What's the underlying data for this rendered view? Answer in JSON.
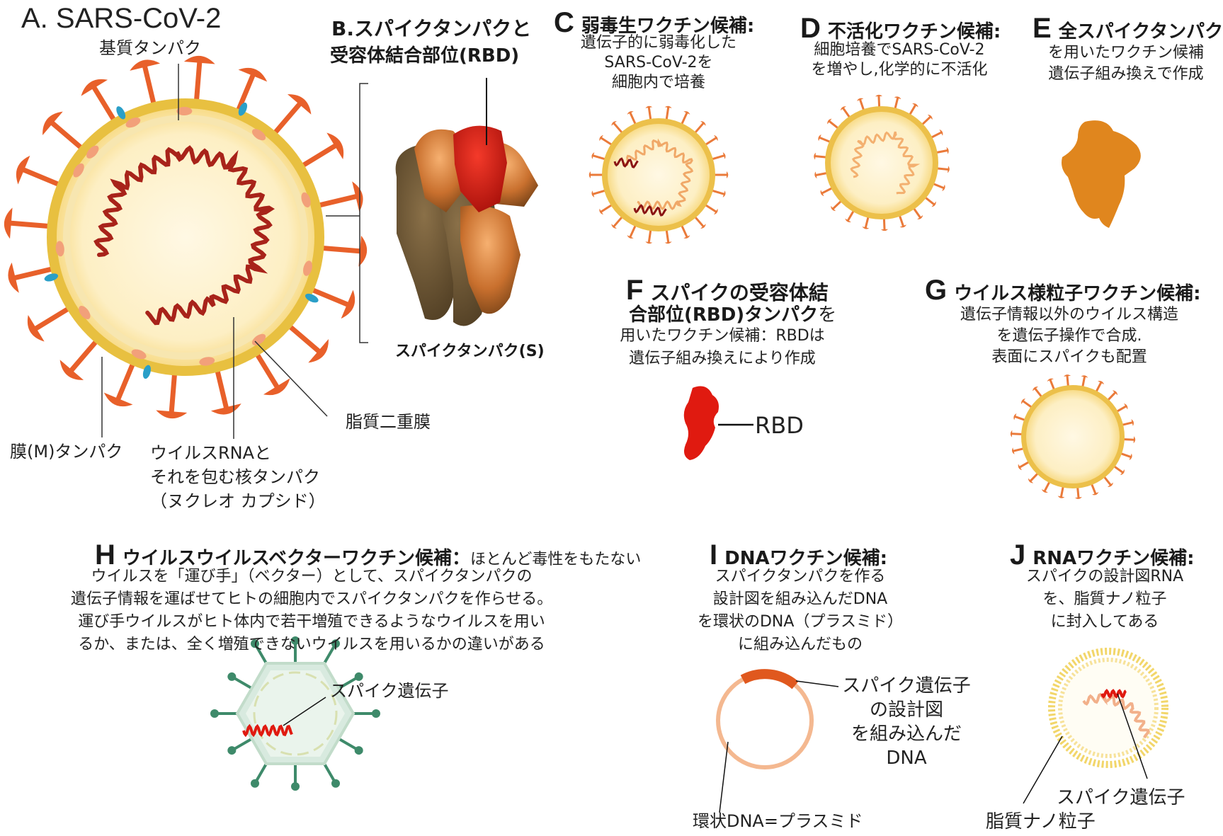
{
  "colors": {
    "envelope_gold": "#e8c040",
    "interior_cream": "#fdf0c8",
    "spike_orange": "#e8602a",
    "rna_red": "#a8231a",
    "membrane_m_teal": "#2a9fc8",
    "matrix_peach": "#f2a07a",
    "rbd_red": "#d01a10",
    "vector_green": "#3e8a6a",
    "plasmid_peach": "#f4b890",
    "plasmid_orange": "#e0581e"
  },
  "panelA": {
    "title": "A. SARS-CoV-2",
    "matrix_label": "基質タンパク",
    "membrane_label": "膜(M)タンパク",
    "rna_label_1": "ウイルスRNAと",
    "rna_label_2": "それを包む核タンパク",
    "rna_label_3": "（ヌクレオ カプシド）",
    "lipid_label": "脂質二重膜"
  },
  "panelB": {
    "title_1": "B.スパイクタンパクと",
    "title_2": "受容体結合部位(RBD)",
    "spike_label": "スパイクタンパク(S)"
  },
  "panelC": {
    "letter": "C",
    "title": "弱毒生ワクチン候補:",
    "line1": "遺伝子的に弱毒化した",
    "line2": "SARS-CoV-2を",
    "line3": "細胞内で培養"
  },
  "panelD": {
    "letter": "D",
    "title": "不活化ワクチン候補:",
    "line1": "細胞培養でSARS-CoV-2",
    "line2": "を増やし,化学的に不活化"
  },
  "panelE": {
    "letter": "E",
    "title": "全スパイクタンパク",
    "line1": "を用いたワクチン候補",
    "line2": "遺伝子組み換えで作成"
  },
  "panelF": {
    "letter": "F",
    "title_1": "スパイクの受容体結",
    "title_2a": "合部位(RBD)タンパク",
    "title_2b": "を",
    "line1": "用いたワクチン候補：RBDは",
    "line2": "遺伝子組み換えにより作成",
    "rbd_label": "RBD"
  },
  "panelG": {
    "letter": "G",
    "title": "ウイルス様粒子ワクチン候補:",
    "line1": "遺伝子情報以外のウイルス構造",
    "line2": "を遺伝子操作で合成.",
    "line3": "表面にスパイクも配置"
  },
  "panelH": {
    "letter": "H",
    "title": "ウイルスウイルスベクターワクチン候補：",
    "line1_tail": "ほとんど毒性をもたない",
    "line2": "ウイルスを「運び手」（ベクター）として、スパイクタンパクの",
    "line3": "遺伝子情報を運ばせてヒトの細胞内でスパイクタンパクを作らせる。",
    "line4": "運び手ウイルスがヒト体内で若干増殖できるようなウイルスを用い",
    "line5": "るか、または、全く増殖できないウイルスを用いるかの違いがある",
    "gene_label": "スパイク遺伝子"
  },
  "panelI": {
    "letter": "I",
    "title": "DNAワクチン候補:",
    "line1": "スパイクタンパクを作る",
    "line2": "設計図を組み込んだDNA",
    "line3": "を環状のDNA（プラスミド）",
    "line4": "に組み込んだもの",
    "gene_label_1": "スパイク遺伝子",
    "gene_label_2": "の設計図",
    "gene_label_3": "を組み込んだ",
    "gene_label_4": "DNA",
    "plasmid_label": "環状DNA=プラスミド"
  },
  "panelJ": {
    "letter": "J",
    "title": "RNAワクチン候補:",
    "line1": "スパイクの設計図RNA",
    "line2": "を、脂質ナノ粒子",
    "line3": "に封入してある",
    "gene_label": "スパイク遺伝子",
    "lnp_label": "脂質ナノ粒子"
  }
}
